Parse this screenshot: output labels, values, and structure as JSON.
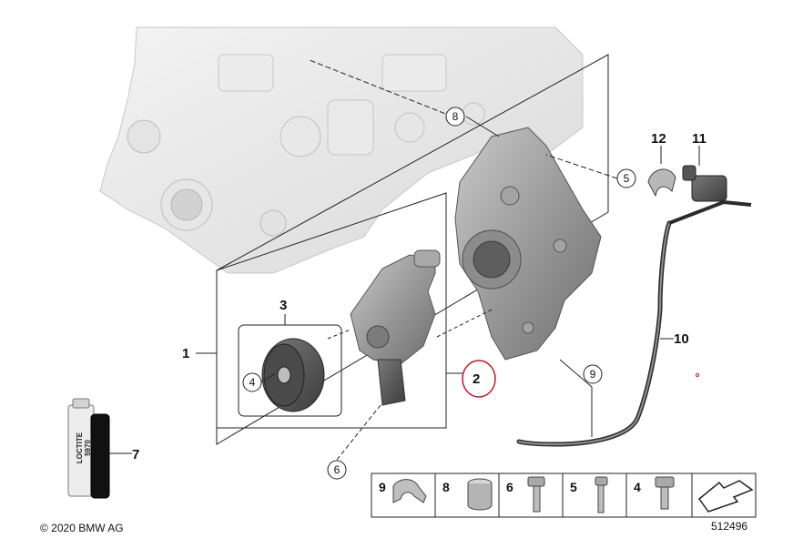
{
  "callouts": {
    "c1": "1",
    "c2": "2",
    "c3": "3",
    "c4": "4",
    "c5": "5",
    "c6": "6",
    "c7": "7",
    "c8": "8",
    "c9": "9",
    "c10": "10",
    "c11": "11",
    "c12": "12"
  },
  "tube_text": {
    "brand": "LOCTITE",
    "code": "5970"
  },
  "parts_strip": [
    {
      "num": "9",
      "icon": "clip-icon"
    },
    {
      "num": "8",
      "icon": "sleeve-icon"
    },
    {
      "num": "6",
      "icon": "bolt-icon"
    },
    {
      "num": "5",
      "icon": "bolt-icon"
    },
    {
      "num": "4",
      "icon": "bolt-icon"
    },
    {
      "num": "",
      "icon": "arrow-icon"
    }
  ],
  "footer": {
    "copyright": "© 2020 BMW AG",
    "diagram_id": "512496"
  }
}
